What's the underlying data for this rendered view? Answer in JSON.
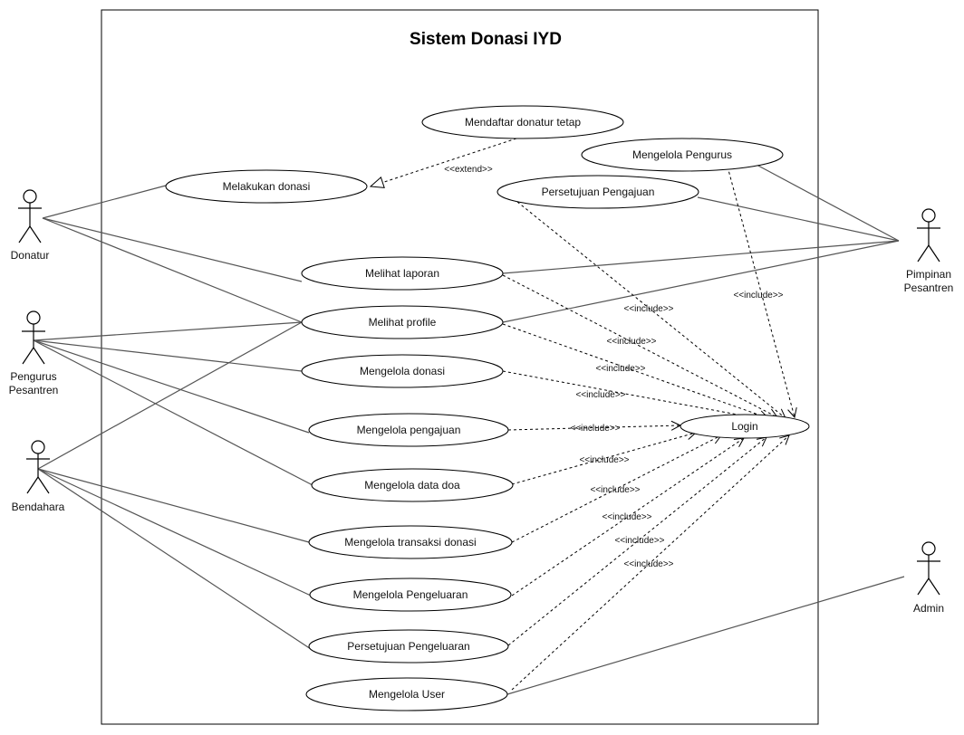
{
  "system": {
    "title": "Sistem Donasi IYD"
  },
  "actors": {
    "donatur": {
      "label": [
        "Donatur"
      ]
    },
    "pengurus": {
      "label": [
        "Pengurus",
        "Pesantren"
      ]
    },
    "bendahara": {
      "label": [
        "Bendahara"
      ]
    },
    "pimpinan": {
      "label": [
        "Pimpinan",
        "Pesantren"
      ]
    },
    "admin": {
      "label": [
        "Admin"
      ]
    }
  },
  "usecases": {
    "mendaftar": "Mendaftar donatur tetap",
    "mengelola_pengurus": "Mengelola Pengurus",
    "melakukan_donasi": "Melakukan donasi",
    "persetujuan_pengajuan": "Persetujuan Pengajuan",
    "melihat_laporan": "Melihat laporan",
    "melihat_profile": "Melihat profile",
    "mengelola_donasi": "Mengelola donasi",
    "mengelola_pengajuan": "Mengelola pengajuan",
    "mengelola_data_doa": "Mengelola data doa",
    "mengelola_transaksi": "Mengelola transaksi donasi",
    "mengelola_pengeluaran": "Mengelola Pengeluaran",
    "persetujuan_pengeluaran": "Persetujuan Pengeluaran",
    "mengelola_user": "Mengelola User",
    "login": "Login"
  },
  "stereotypes": {
    "include": "<<include>>",
    "extend": "<<extend>>"
  }
}
